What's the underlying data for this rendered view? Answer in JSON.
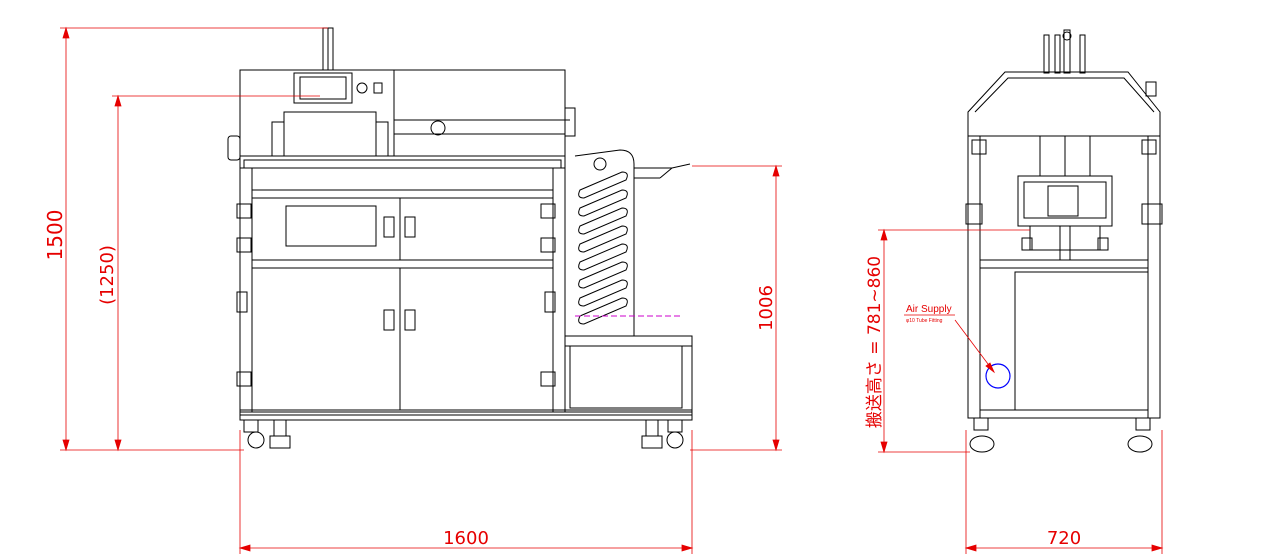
{
  "dimensions": {
    "total_height": "1500",
    "ref_height": "(1250)",
    "conveyor_height": "1006",
    "width_front": "1600",
    "width_side": "720",
    "transfer_height": "搬送高さ = 781~860"
  },
  "annotations": {
    "air_supply": "Air Supply",
    "tube_fitting": "φ10 Tube Fitting"
  },
  "colors": {
    "machine_line": "#000000",
    "dimension_line": "#e60000",
    "marker_circle": "#0000ff",
    "accent_line": "#cc00cc"
  }
}
